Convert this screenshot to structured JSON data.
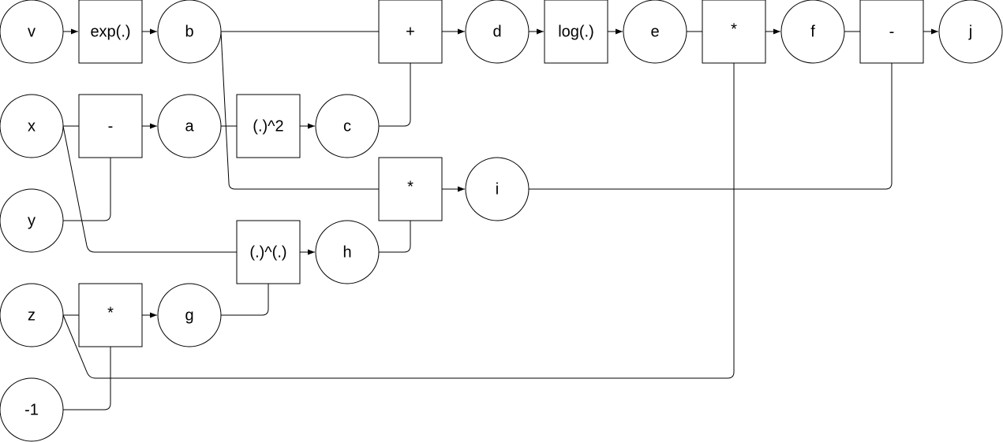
{
  "diagram": {
    "nodes": [
      {
        "id": "v",
        "kind": "variable",
        "label": "v"
      },
      {
        "id": "x",
        "kind": "variable",
        "label": "x"
      },
      {
        "id": "y",
        "kind": "variable",
        "label": "y"
      },
      {
        "id": "z",
        "kind": "variable",
        "label": "z"
      },
      {
        "id": "neg1",
        "kind": "variable",
        "label": "-1"
      },
      {
        "id": "b",
        "kind": "variable",
        "label": "b"
      },
      {
        "id": "a",
        "kind": "variable",
        "label": "a"
      },
      {
        "id": "g",
        "kind": "variable",
        "label": "g"
      },
      {
        "id": "c",
        "kind": "variable",
        "label": "c"
      },
      {
        "id": "h",
        "kind": "variable",
        "label": "h"
      },
      {
        "id": "d",
        "kind": "variable",
        "label": "d"
      },
      {
        "id": "i",
        "kind": "variable",
        "label": "i"
      },
      {
        "id": "e",
        "kind": "variable",
        "label": "e"
      },
      {
        "id": "f",
        "kind": "variable",
        "label": "f"
      },
      {
        "id": "j",
        "kind": "variable",
        "label": "j"
      },
      {
        "id": "op_exp",
        "kind": "operation",
        "label": "exp(.)"
      },
      {
        "id": "op_sub1",
        "kind": "operation",
        "label": "-"
      },
      {
        "id": "op_mulz",
        "kind": "operation",
        "label": "*"
      },
      {
        "id": "op_sq",
        "kind": "operation",
        "label": "(.)^2"
      },
      {
        "id": "op_pow",
        "kind": "operation",
        "label": "(.)^(.)"
      },
      {
        "id": "op_add",
        "kind": "operation",
        "label": "+"
      },
      {
        "id": "op_mul2",
        "kind": "operation",
        "label": "*"
      },
      {
        "id": "op_log",
        "kind": "operation",
        "label": "log(.)"
      },
      {
        "id": "op_mul3",
        "kind": "operation",
        "label": "*"
      },
      {
        "id": "op_sub2",
        "kind": "operation",
        "label": "-"
      }
    ],
    "edges": [
      {
        "from": "v",
        "to": "op_exp"
      },
      {
        "from": "op_exp",
        "to": "b"
      },
      {
        "from": "b",
        "to": "op_add"
      },
      {
        "from": "b",
        "to": "op_mul2"
      },
      {
        "from": "x",
        "to": "op_sub1"
      },
      {
        "from": "y",
        "to": "op_sub1"
      },
      {
        "from": "op_sub1",
        "to": "a"
      },
      {
        "from": "a",
        "to": "op_sq"
      },
      {
        "from": "op_sq",
        "to": "c"
      },
      {
        "from": "c",
        "to": "op_add"
      },
      {
        "from": "op_add",
        "to": "d"
      },
      {
        "from": "d",
        "to": "op_log"
      },
      {
        "from": "op_log",
        "to": "e"
      },
      {
        "from": "e",
        "to": "op_mul3"
      },
      {
        "from": "op_mul3",
        "to": "f"
      },
      {
        "from": "f",
        "to": "op_sub2"
      },
      {
        "from": "op_sub2",
        "to": "j"
      },
      {
        "from": "x",
        "to": "op_pow"
      },
      {
        "from": "g",
        "to": "op_pow"
      },
      {
        "from": "op_pow",
        "to": "h"
      },
      {
        "from": "h",
        "to": "op_mul2"
      },
      {
        "from": "op_mul2",
        "to": "i"
      },
      {
        "from": "i",
        "to": "op_sub2"
      },
      {
        "from": "z",
        "to": "op_mulz"
      },
      {
        "from": "neg1",
        "to": "op_mulz"
      },
      {
        "from": "op_mulz",
        "to": "g"
      },
      {
        "from": "z",
        "to": "op_mul3"
      }
    ]
  }
}
